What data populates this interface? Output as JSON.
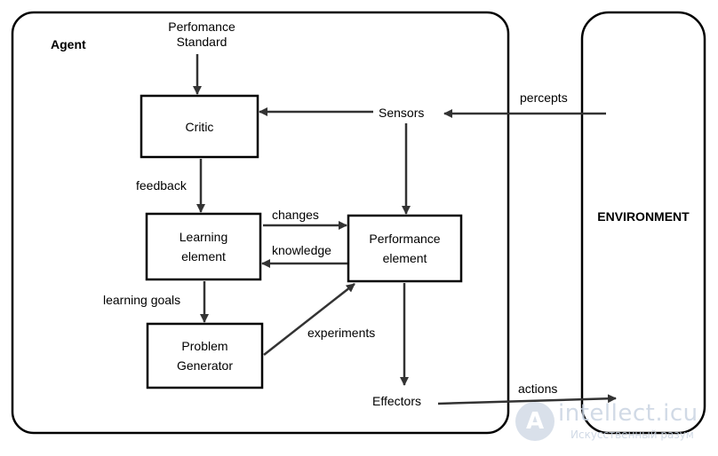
{
  "agent_label": "Agent",
  "environment_label": "ENVIRONMENT",
  "performance_standard": [
    "Perfomance",
    "Standard"
  ],
  "nodes": {
    "critic": "Critic",
    "learning": [
      "Learning",
      "element"
    ],
    "performance": [
      "Performance",
      "element"
    ],
    "problem": [
      "Problem",
      "Generator"
    ],
    "sensors": "Sensors",
    "effectors": "Effectors"
  },
  "edges": {
    "percepts": "percepts",
    "feedback": "feedback",
    "changes": "changes",
    "knowledge": "knowledge",
    "learning_goals": "learning goals",
    "experiments": "experiments",
    "actions": "actions"
  },
  "watermark": {
    "brand": "intellect.icu",
    "tagline": "Искусственный разум",
    "logo_letter": "A"
  },
  "colors": {
    "line": "#000000",
    "arrow": "#333333",
    "watermark": "#c9d4e2"
  }
}
